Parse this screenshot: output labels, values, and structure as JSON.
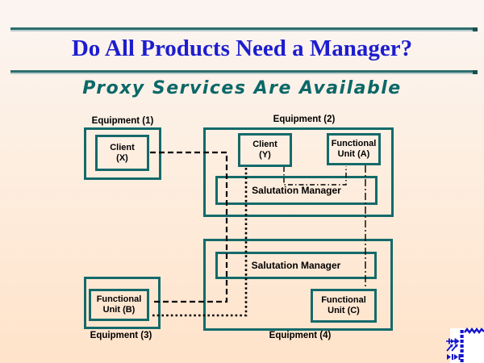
{
  "slide": {
    "title": "Do All Products Need a Manager?",
    "subtitle": "Proxy Services Are Available",
    "colors": {
      "title_blue": "#1d1dd0",
      "subtitle_teal": "#0b6868",
      "box_border_teal": "#146a6a",
      "rule_teal": "#2e6e6e",
      "rule_silver": "#b9cdcd",
      "background_top": "#fbf5f2",
      "background_bottom": "#ffe3ca",
      "connector_black": "#000000",
      "logo_blue": "#1414cc"
    }
  },
  "diagram": {
    "equipment": [
      {
        "label": "Equipment (1)"
      },
      {
        "label": "Equipment (2)"
      },
      {
        "label": "Equipment (3)"
      },
      {
        "label": "Equipment (4)"
      }
    ],
    "nodes": {
      "client_x": {
        "label": "Client\n(X)"
      },
      "client_y": {
        "label": "Client\n(Y)"
      },
      "functional_unit_a": {
        "label": "Functional\nUnit (A)"
      },
      "functional_unit_b": {
        "label": "Functional\nUnit (B)"
      },
      "functional_unit_c": {
        "label": "Functional\nUnit (C)"
      },
      "salutation_manager_top": {
        "label": "Salutation Manager"
      },
      "salutation_manager_bottom": {
        "label": "Salutation Manager"
      }
    },
    "connections": [
      {
        "from": "Client (X)",
        "to": "Functional Unit (B)",
        "line_style": "dashed"
      },
      {
        "from": "Client (Y)",
        "to": "Functional Unit (B)",
        "line_style": "dotted"
      },
      {
        "from": "Client (Y)",
        "to": "Functional Unit (A)",
        "line_style": "dash-dot"
      },
      {
        "from": "Functional Unit (A)",
        "to": "Functional Unit (C)",
        "line_style": "dash-dot"
      }
    ]
  }
}
